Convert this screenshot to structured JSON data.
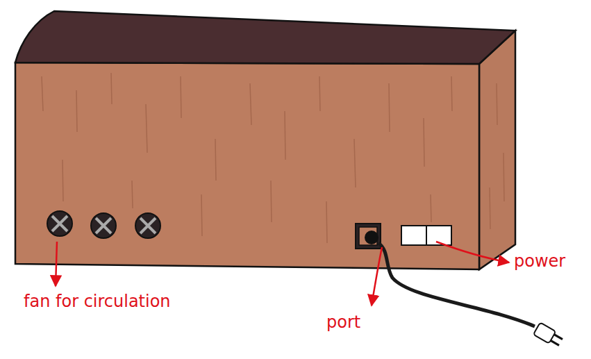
{
  "diagram": {
    "labels": [
      "fan for circulation",
      "port",
      "power"
    ]
  }
}
